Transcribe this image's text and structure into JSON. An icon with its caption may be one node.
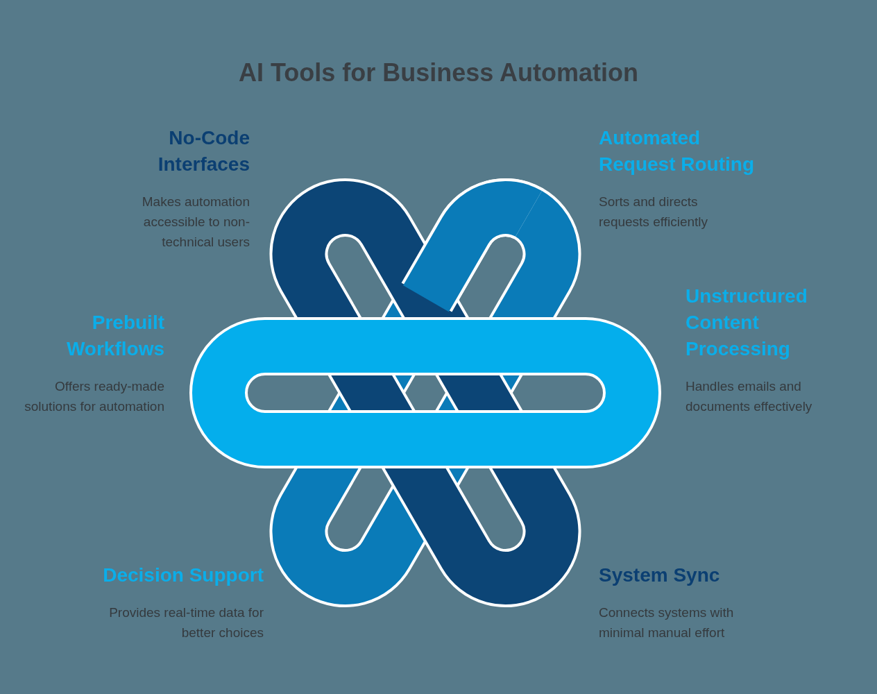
{
  "diagram": {
    "title": "AI Tools for Business Automation",
    "labels": [
      "No-Code Interfaces",
      "Makes automation accessible to non-technical users",
      "Automated Request Routing",
      "Sorts and directs requests efficiently",
      "Prebuilt Workflows",
      "Offers ready-made solutions for automation",
      "Unstructured Content Processing",
      "Handles emails and documents effectively",
      "Decision Support",
      "Provides real-time data for better choices",
      "System Sync",
      "Connects systems with minimal manual effort"
    ]
  }
}
